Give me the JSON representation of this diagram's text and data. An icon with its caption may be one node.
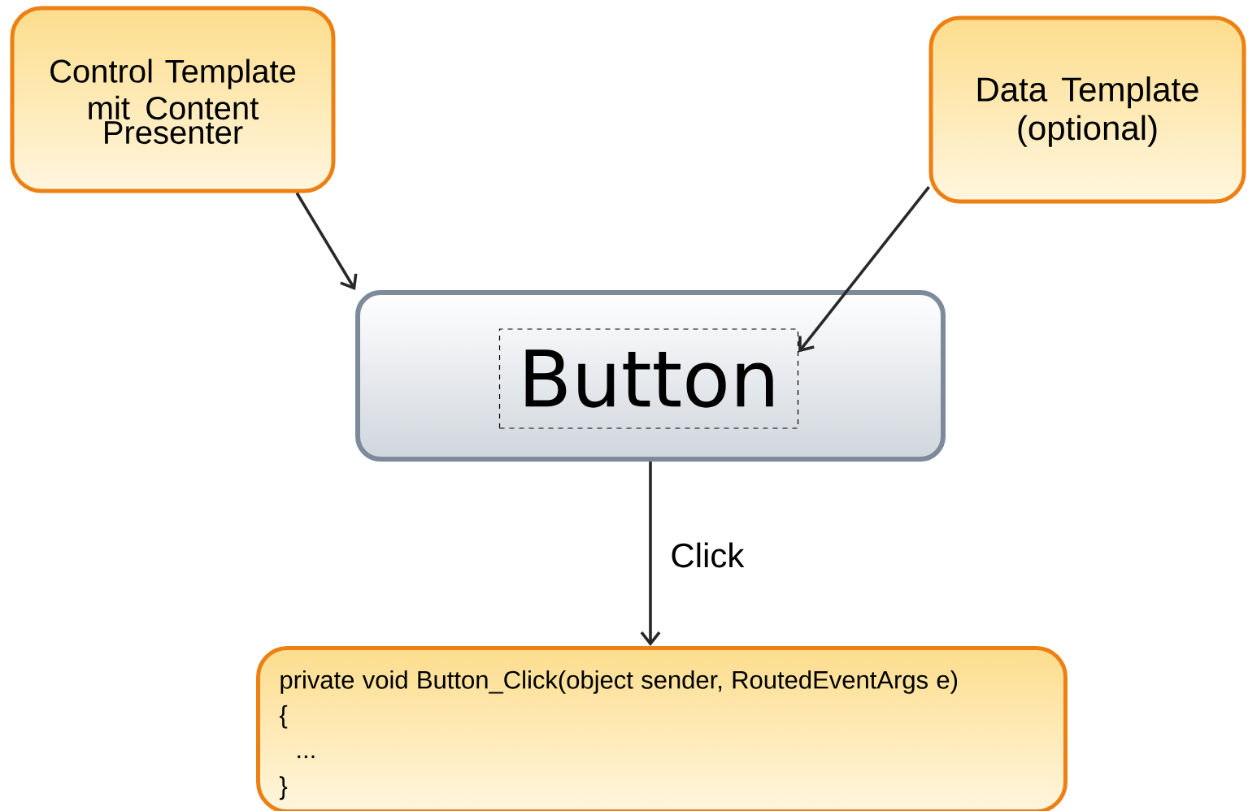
{
  "diagram": {
    "nodes": [
      {
        "text": [
          "Control Template mit Content Presenter"
        ]
      },
      {
        "text": [
          "Data Template (optional)"
        ]
      },
      {
        "text": [],
        "shape": "box"
      },
      {
        "text": [
          "Button"
        ],
        "in": 2
      },
      {
        "text": [
          "private void Button_Click(object sender, RoutedEventArgs e)",
          "{",
          "...",
          "}"
        ]
      }
    ],
    "edges": [
      {
        "from": 0,
        "to": 2,
        "arrow": "to"
      },
      {
        "from": 1,
        "to": 3,
        "arrow": "to"
      },
      {
        "from": 2,
        "to": 4,
        "arrow": "to",
        "label": "Click"
      }
    ]
  }
}
